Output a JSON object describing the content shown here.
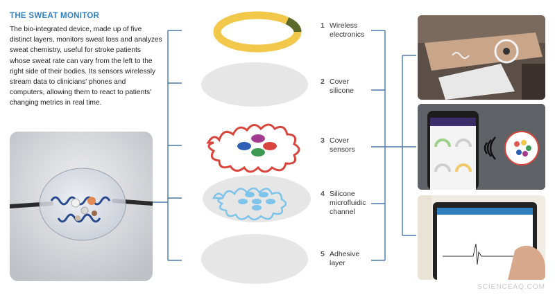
{
  "infographic": {
    "title": "THE SWEAT MONITOR",
    "description": "The bio-integrated device, made up of five distinct layers, monitors sweat loss and analyzes sweat chemistry, useful for stroke patients whose sweat rate can vary from the left to the right side of their bodies. Its sensors wirelessly stream data to clinicians' phones and computers, allowing them to react to patients' changing metrics in real time.",
    "layers": [
      {
        "number": "1",
        "label_line1": "Wireless",
        "label_line2": "electronics"
      },
      {
        "number": "2",
        "label_line1": "Cover",
        "label_line2": "silicone"
      },
      {
        "number": "3",
        "label_line1": "Cover",
        "label_line2": "sensors"
      },
      {
        "number": "4",
        "label_line1": "Silicone",
        "label_line2": "microfluidic channel"
      },
      {
        "number": "5",
        "label_line1": "Adhesive",
        "label_line2": "layer"
      }
    ],
    "watermark": "SCIENCEAQ.COM",
    "colors": {
      "title_blue": "#2f7fbf",
      "ring_yellow": "#f2c84b",
      "ring_green": "#5a6a2a",
      "connector_blue": "#4a78a8",
      "sensor_red": "#d9453c",
      "sensor_purple": "#a23b8f",
      "sensor_blue": "#2e5fb5",
      "sensor_green": "#3a9a54",
      "channel_blue": "#7ec3ea",
      "disc_gray": "#e6e6e6"
    }
  }
}
